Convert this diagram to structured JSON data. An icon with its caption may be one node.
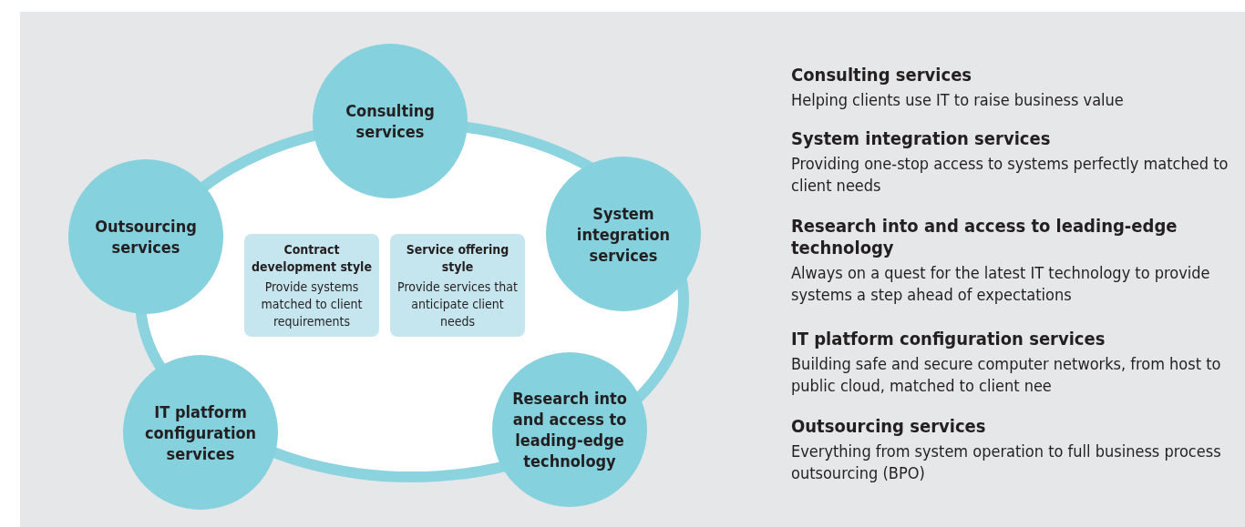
{
  "diagram": {
    "nodes": [
      {
        "text": [
          "Consulting services"
        ]
      },
      {
        "text": [
          "Outsourcing services"
        ]
      },
      {
        "text": [
          "System integration services"
        ]
      },
      {
        "text": [],
        "shape": "circle"
      },
      {
        "text": [
          "Contract development style",
          "Provide systems matched to client requirements"
        ],
        "in": 3
      },
      {
        "text": [
          "Service offering style",
          "Provide services that anticipate client needs"
        ],
        "in": 3
      },
      {
        "text": [
          "IT platform configuration services"
        ]
      },
      {
        "text": [
          "Research into and access to leading-edge technology"
        ]
      }
    ],
    "edges": [],
    "labels": [
      "Consulting services",
      "Helping clients use IT to raise business value",
      "System integration services",
      "Providing one-stop access to systems perfectly matched to client needs",
      "Research into and access to leading-edge technology",
      "Always on a quest for the latest IT technology to provide systems a step ahead of expectations",
      "IT platform configuration services",
      "Building safe and secure computer networks, from host to public cloud, matched to client nee",
      "Outsourcing services",
      "Everything from system operation to full business process outsourcing (BPO)"
    ]
  }
}
